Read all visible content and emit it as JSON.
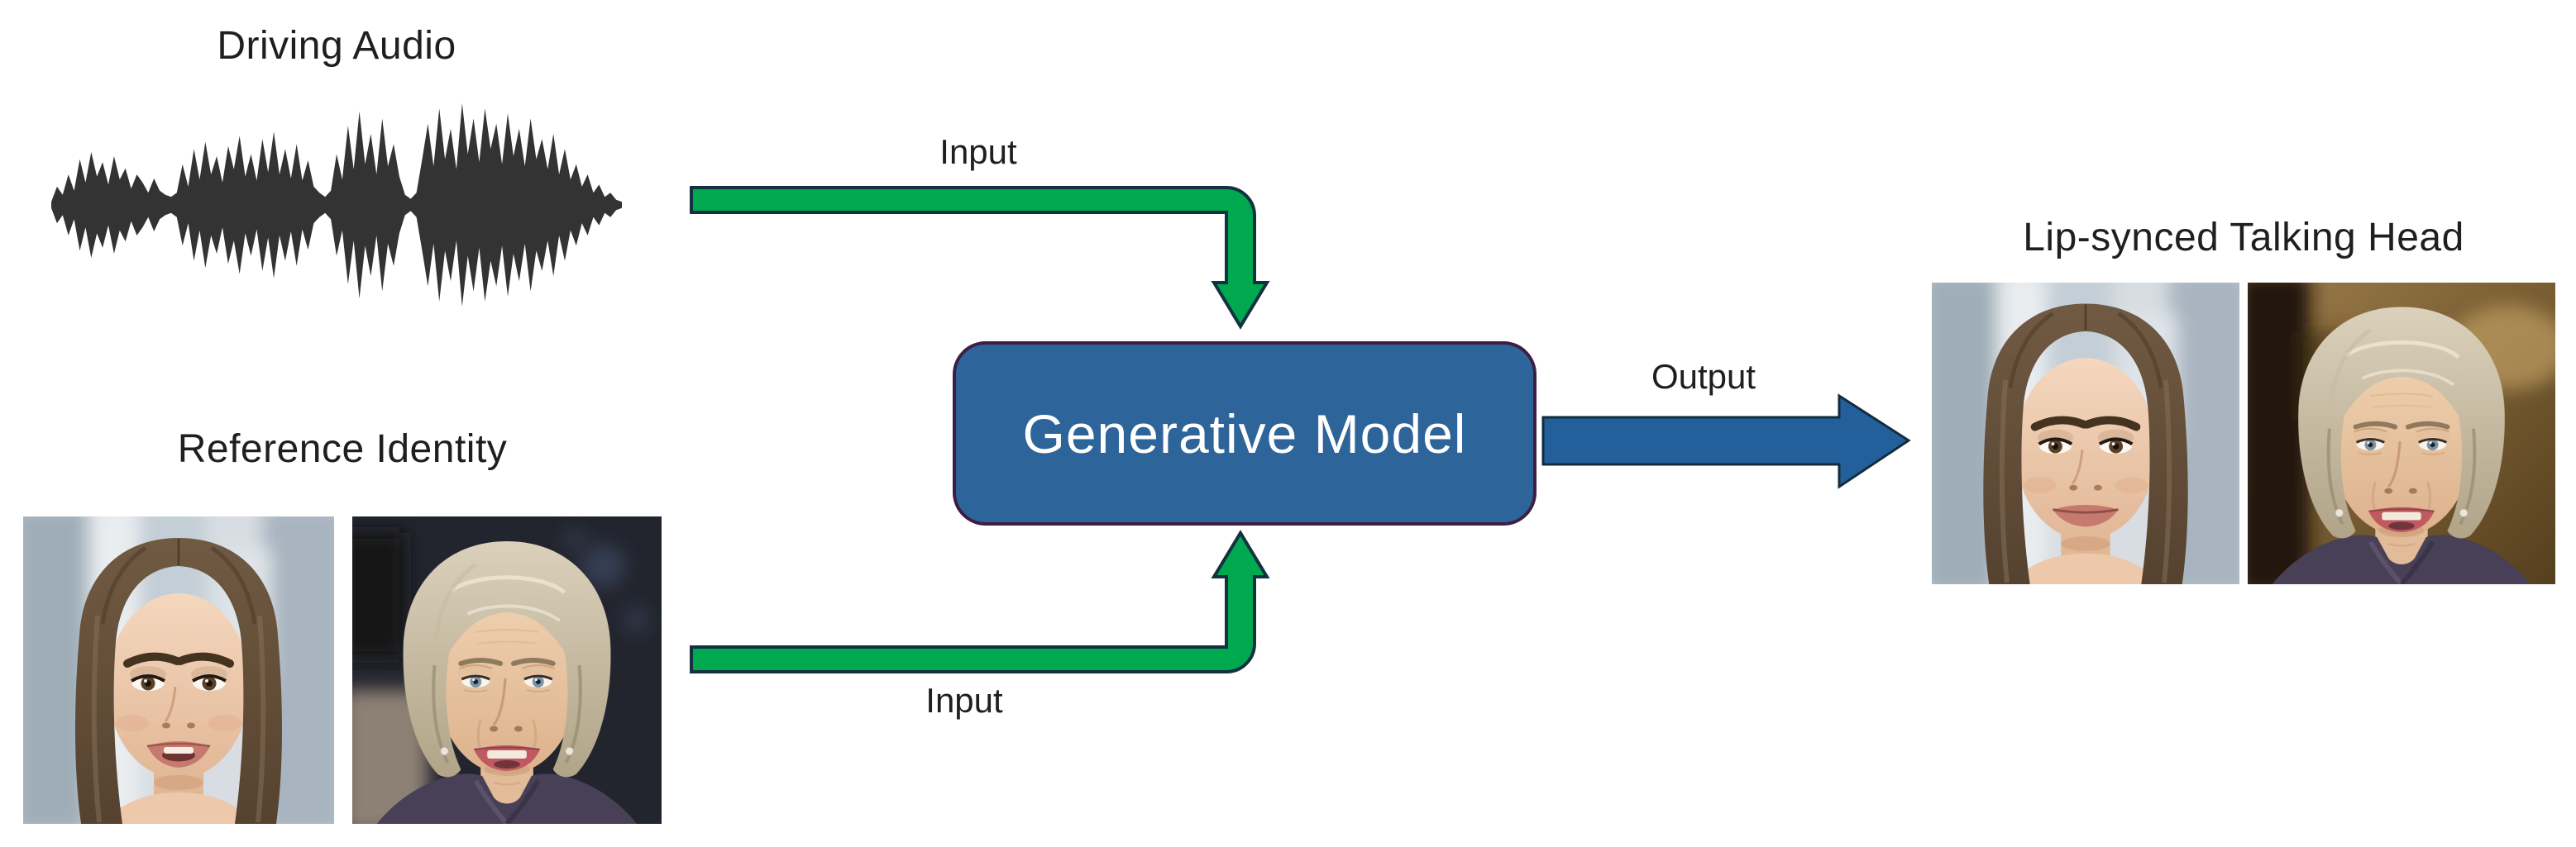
{
  "sections": {
    "driving_audio": {
      "title": "Driving Audio"
    },
    "reference_identity": {
      "title": "Reference Identity"
    },
    "output_heads": {
      "title": "Lip-synced Talking Head"
    }
  },
  "model_box": {
    "label": "Generative Model"
  },
  "labels": {
    "input_top": "Input",
    "input_bottom": "Input",
    "output": "Output"
  },
  "photos": {
    "reference": [
      {
        "subject": "Young woman with long brown hair"
      },
      {
        "subject": "Older woman with short grey hair"
      }
    ],
    "output": [
      {
        "subject": "Young woman with long brown hair, lip-synced"
      },
      {
        "subject": "Older woman with short grey hair, lip-synced"
      }
    ]
  },
  "colors": {
    "background": "#FFFFFF",
    "text": "#1F1F1F",
    "waveform": "#333333",
    "arrow_green": "#00A94F",
    "arrow_green_outline": "#13313F",
    "model_fill": "#2D6499",
    "model_border": "#3E1D44",
    "model_text": "#FFFFFF",
    "output_arrow_fill": "#235F9B",
    "output_arrow_outline": "#122C3E"
  },
  "waveform": {
    "amplitudes": [
      0.03,
      0.18,
      0.1,
      0.3,
      0.14,
      0.45,
      0.22,
      0.52,
      0.28,
      0.42,
      0.2,
      0.48,
      0.25,
      0.36,
      0.16,
      0.3,
      0.22,
      0.12,
      0.26,
      0.14,
      0.1,
      0.08,
      0.12,
      0.4,
      0.18,
      0.55,
      0.25,
      0.62,
      0.3,
      0.48,
      0.22,
      0.58,
      0.35,
      0.68,
      0.28,
      0.5,
      0.24,
      0.65,
      0.32,
      0.72,
      0.3,
      0.55,
      0.26,
      0.6,
      0.24,
      0.44,
      0.18,
      0.12,
      0.08,
      0.14,
      0.5,
      0.25,
      0.78,
      0.35,
      0.92,
      0.4,
      0.7,
      0.3,
      0.85,
      0.38,
      0.6,
      0.28,
      0.1,
      0.06,
      0.12,
      0.45,
      0.8,
      0.38,
      0.95,
      0.45,
      0.75,
      0.35,
      1.0,
      0.5,
      0.85,
      0.42,
      0.95,
      0.55,
      0.8,
      0.4,
      0.9,
      0.48,
      0.75,
      0.38,
      0.85,
      0.45,
      0.65,
      0.35,
      0.7,
      0.3,
      0.55,
      0.25,
      0.4,
      0.18,
      0.3,
      0.12,
      0.2,
      0.08,
      0.12,
      0.05,
      0.03
    ]
  }
}
